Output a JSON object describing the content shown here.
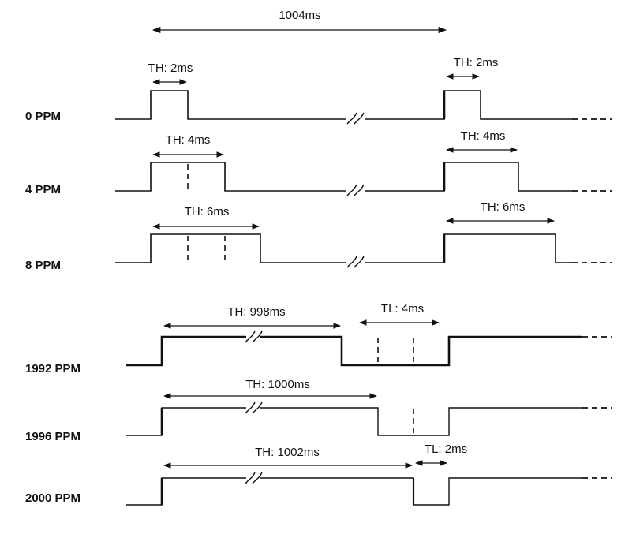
{
  "top_period_label": "1004ms",
  "rows": [
    {
      "label": "0 PPM",
      "dims": [
        "TH: 2ms",
        "TH: 2ms"
      ]
    },
    {
      "label": "4 PPM",
      "dims": [
        "TH: 4ms",
        "TH: 4ms"
      ]
    },
    {
      "label": "8 PPM",
      "dims": [
        "TH: 6ms",
        "TH: 6ms"
      ]
    },
    {
      "label": "1992 PPM",
      "dims": [
        "TH: 998ms",
        "TL: 4ms"
      ]
    },
    {
      "label": "1996 PPM",
      "dims": [
        "TH: 1000ms"
      ]
    },
    {
      "label": "2000 PPM",
      "dims": [
        "TH: 1002ms",
        "TL: 2ms"
      ]
    }
  ]
}
